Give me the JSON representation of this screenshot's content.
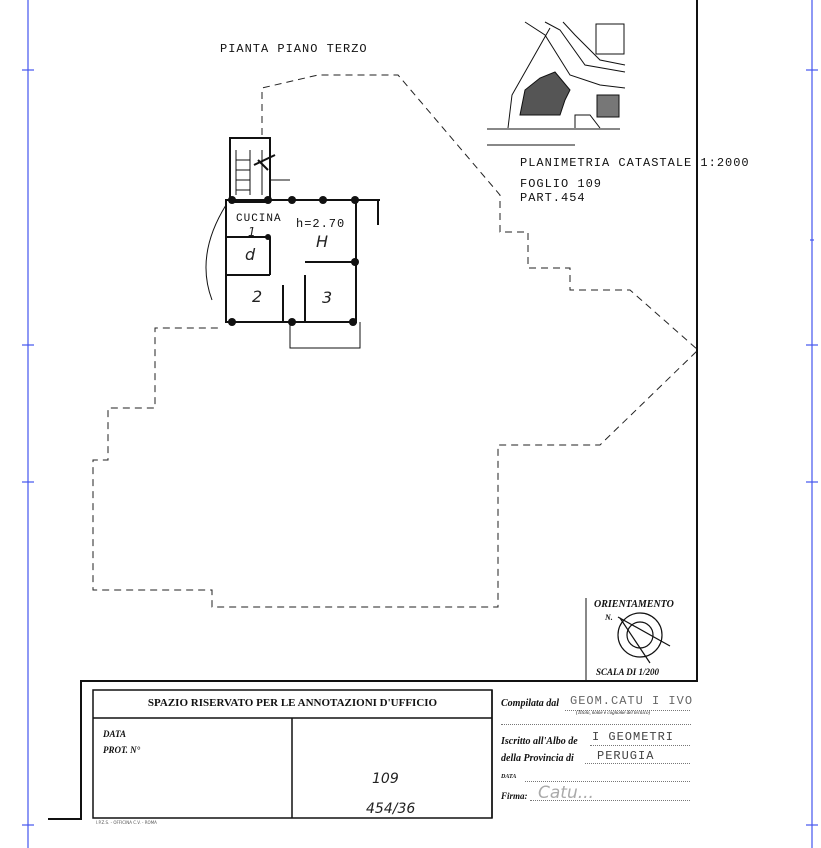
{
  "plan": {
    "title": "PIANTA PIANO TERZO",
    "room_label_kitchen": "CUCINA",
    "room_1": "1",
    "height_label": "h=2.70",
    "room_H": "H",
    "room_d": "d",
    "room_2": "2",
    "room_3": "3"
  },
  "map": {
    "title": "PLANIMETRIA CATASTALE 1:2000",
    "foglio": "FOGLIO 109",
    "part": "PART.454"
  },
  "orientation": {
    "label": "ORIENTAMENTO",
    "north": "N.",
    "scale": "SCALA DI 1/200"
  },
  "office_box": {
    "header": "SPAZIO RISERVATO PER LE ANNOTAZIONI D'UFFICIO",
    "data_label": "DATA",
    "prot_label": "PROT. N°",
    "handwritten_foglio": "109",
    "handwritten_part": "454/36",
    "printer": "I.P.Z.S. - OFFICINA C.V. - ROMA"
  },
  "compiler": {
    "compilata_label": "Compilata dal",
    "compilata_value": "GEOM.CATU I IVO",
    "compilata_hint": "(Titolo, nome e cognome del tecnico)",
    "albo_label": "Iscritto all'Albo de",
    "albo_value": "I GEOMETRI",
    "provincia_label": "della Provincia di",
    "provincia_value": "PERUGIA",
    "data_label": "DATA",
    "firma_label": "Firma:",
    "signature": "Catu..."
  }
}
